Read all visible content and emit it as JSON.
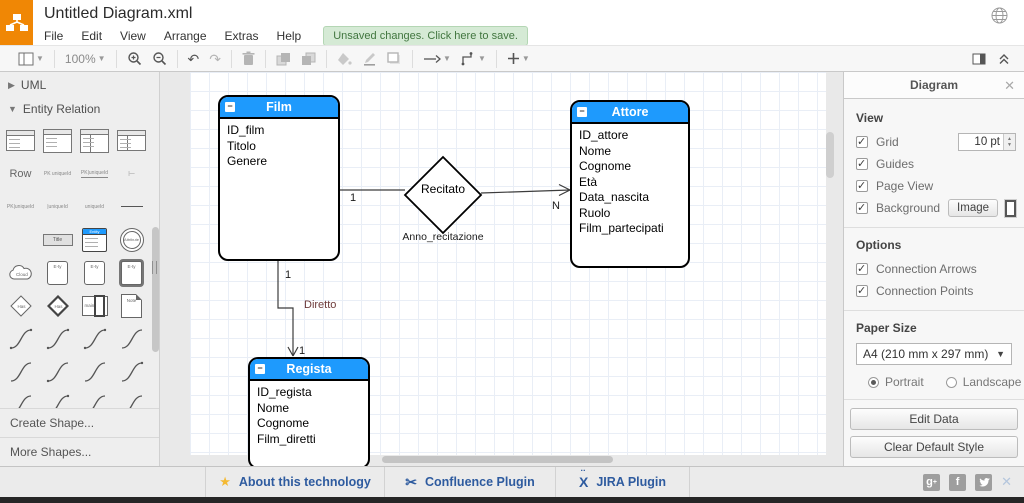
{
  "colors": {
    "logo_orange": "#f08705",
    "entity_header_blue": "#1e9afd",
    "link_blue": "#2e5b9f",
    "unsaved_badge_bg": "#d5ead5",
    "unsaved_badge_text": "#41763f",
    "diretto_label": "#6e3b3b"
  },
  "header": {
    "title": "Untitled Diagram.xml",
    "menus": [
      "File",
      "Edit",
      "View",
      "Arrange",
      "Extras",
      "Help"
    ],
    "unsaved_badge": "Unsaved changes. Click here to save.",
    "icons": [
      "diagram-logo",
      "language-globe"
    ]
  },
  "toolbar": {
    "zoom_level": "100%",
    "icons": [
      "page-view",
      "zoom-in",
      "zoom-out",
      "undo",
      "redo",
      "delete",
      "to-front",
      "to-back",
      "fill-color",
      "line-color",
      "shadow",
      "connection",
      "waypoints",
      "insert",
      "format-panel-toggle",
      "collapse-expand"
    ]
  },
  "sidebar": {
    "sections": [
      {
        "label": "UML",
        "expanded": false
      },
      {
        "label": "Entity Relation",
        "expanded": true
      }
    ],
    "row_label": "Row",
    "palette_labels": {
      "table": "Table",
      "title": "Title",
      "entity": "Entity",
      "attribute": "Attribute",
      "cloud": "Cloud",
      "has": "Has",
      "main_sub": "main sub",
      "note": "Note",
      "ety": "E-ty"
    },
    "create_shape": "Create Shape...",
    "more_shapes": "More Shapes..."
  },
  "diagram": {
    "entities": [
      {
        "name": "Film",
        "fields": [
          "ID_film",
          "Titolo",
          "Genere"
        ]
      },
      {
        "name": "Attore",
        "fields": [
          "ID_attore",
          "Nome",
          "Cognome",
          "Età",
          "Data_nascita",
          "Ruolo",
          "Film_partecipati"
        ]
      },
      {
        "name": "Regista",
        "fields": [
          "ID_regista",
          "Nome",
          "Cognome",
          "Film_diretti"
        ]
      }
    ],
    "relationship": {
      "name": "Recitato",
      "attribute": "Anno_recitazione"
    },
    "edge_labels": {
      "film_cardinality": "1",
      "attore_cardinality": "N",
      "diretto": "Diretto",
      "film_regista_cardinality": "1",
      "regista_cardinality": "1"
    }
  },
  "panel": {
    "title": "Diagram",
    "view": {
      "heading": "View",
      "grid": "Grid",
      "grid_size": "10 pt",
      "guides": "Guides",
      "page_view": "Page View",
      "background": "Background",
      "image_button": "Image"
    },
    "options": {
      "heading": "Options",
      "connection_arrows": "Connection Arrows",
      "connection_points": "Connection Points"
    },
    "paper": {
      "heading": "Paper Size",
      "size": "A4 (210 mm x 297 mm)",
      "portrait": "Portrait",
      "landscape": "Landscape"
    },
    "edit_data": "Edit Data",
    "clear_default": "Clear Default Style"
  },
  "footer": {
    "about": "About this technology",
    "confluence": "Confluence Plugin",
    "jira": "JIRA Plugin",
    "social_icons": [
      "google-plus",
      "facebook",
      "twitter",
      "close"
    ]
  }
}
